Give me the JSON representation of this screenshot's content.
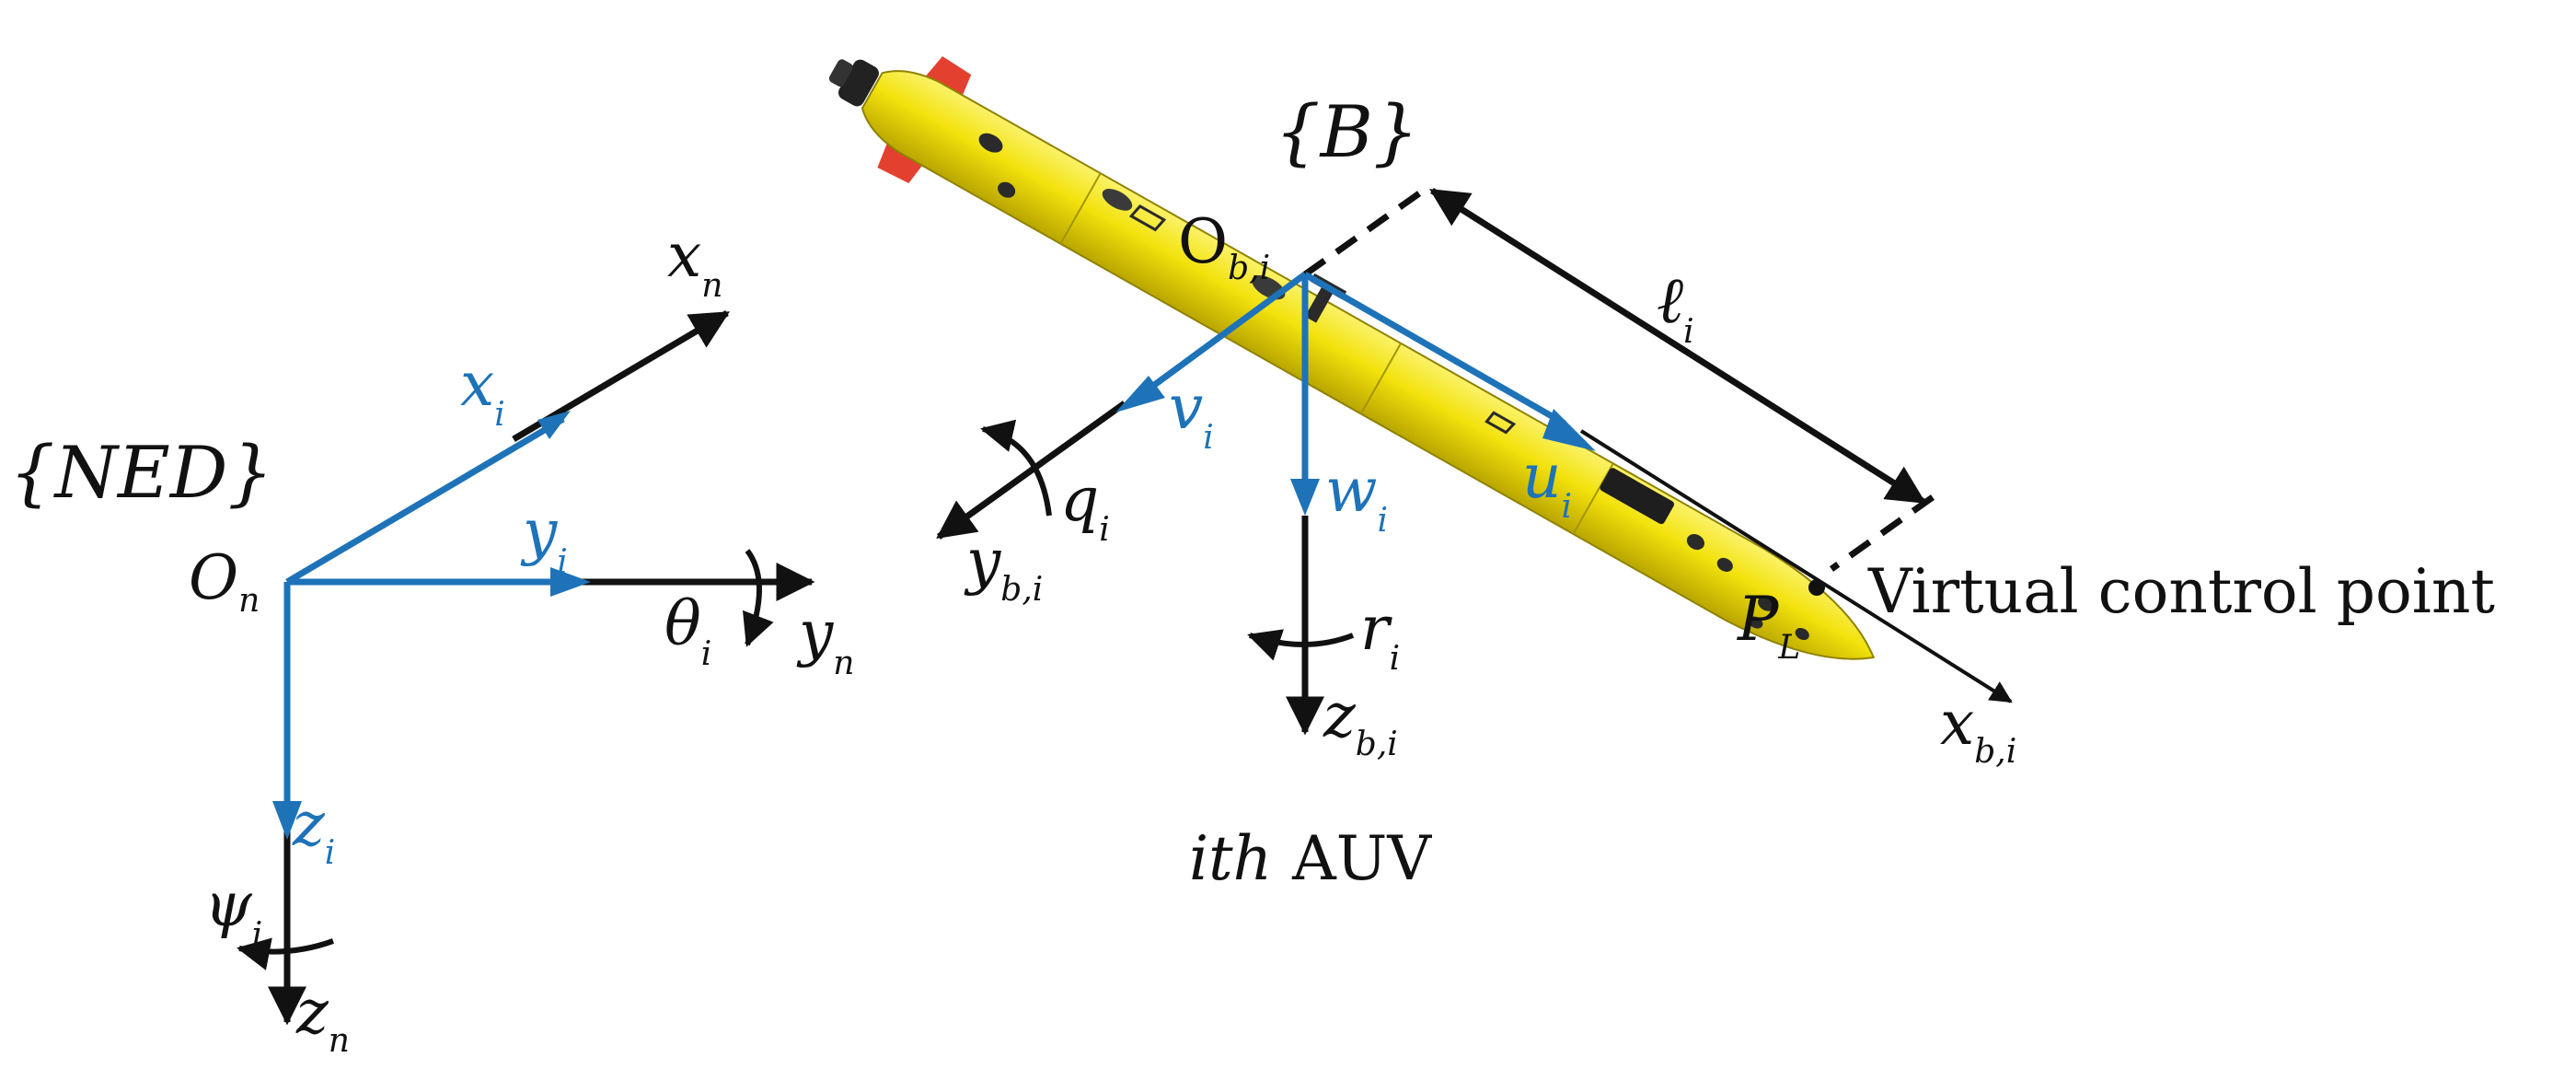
{
  "frames": {
    "ned": "{NED}",
    "body": "{B}"
  },
  "ned_axes": {
    "origin": "O",
    "origin_sub": "n",
    "x": "x",
    "x_sub": "n",
    "y": "y",
    "y_sub": "n",
    "z": "z",
    "z_sub": "n"
  },
  "ned_vehicle_axes": {
    "x": "x",
    "x_sub": "i",
    "y": "y",
    "y_sub": "i",
    "z": "z",
    "z_sub": "i"
  },
  "euler_angles": {
    "theta": "θ",
    "theta_sub": "i",
    "psi": "ψ",
    "psi_sub": "i"
  },
  "body_axes": {
    "origin": "O",
    "origin_sub": "b,i",
    "x": "x",
    "x_sub": "b,i",
    "y": "y",
    "y_sub": "b,i",
    "z": "z",
    "z_sub": "b,i"
  },
  "body_velocities": {
    "u": "u",
    "u_sub": "i",
    "v": "v",
    "v_sub": "i",
    "w": "w",
    "w_sub": "i"
  },
  "body_rates": {
    "q": "q",
    "q_sub": "i",
    "r": "r",
    "r_sub": "i"
  },
  "offset": {
    "symbol": "ℓ",
    "sub": "i"
  },
  "control_point": {
    "symbol": "P",
    "sub": "L",
    "label": "Virtual control point"
  },
  "caption": {
    "prefix": "ith",
    "text": "AUV"
  },
  "colors": {
    "blue": "#1e73b8",
    "black": "#111111",
    "hull_yellow": "#f2e20c",
    "fin_red": "#e4402f"
  }
}
